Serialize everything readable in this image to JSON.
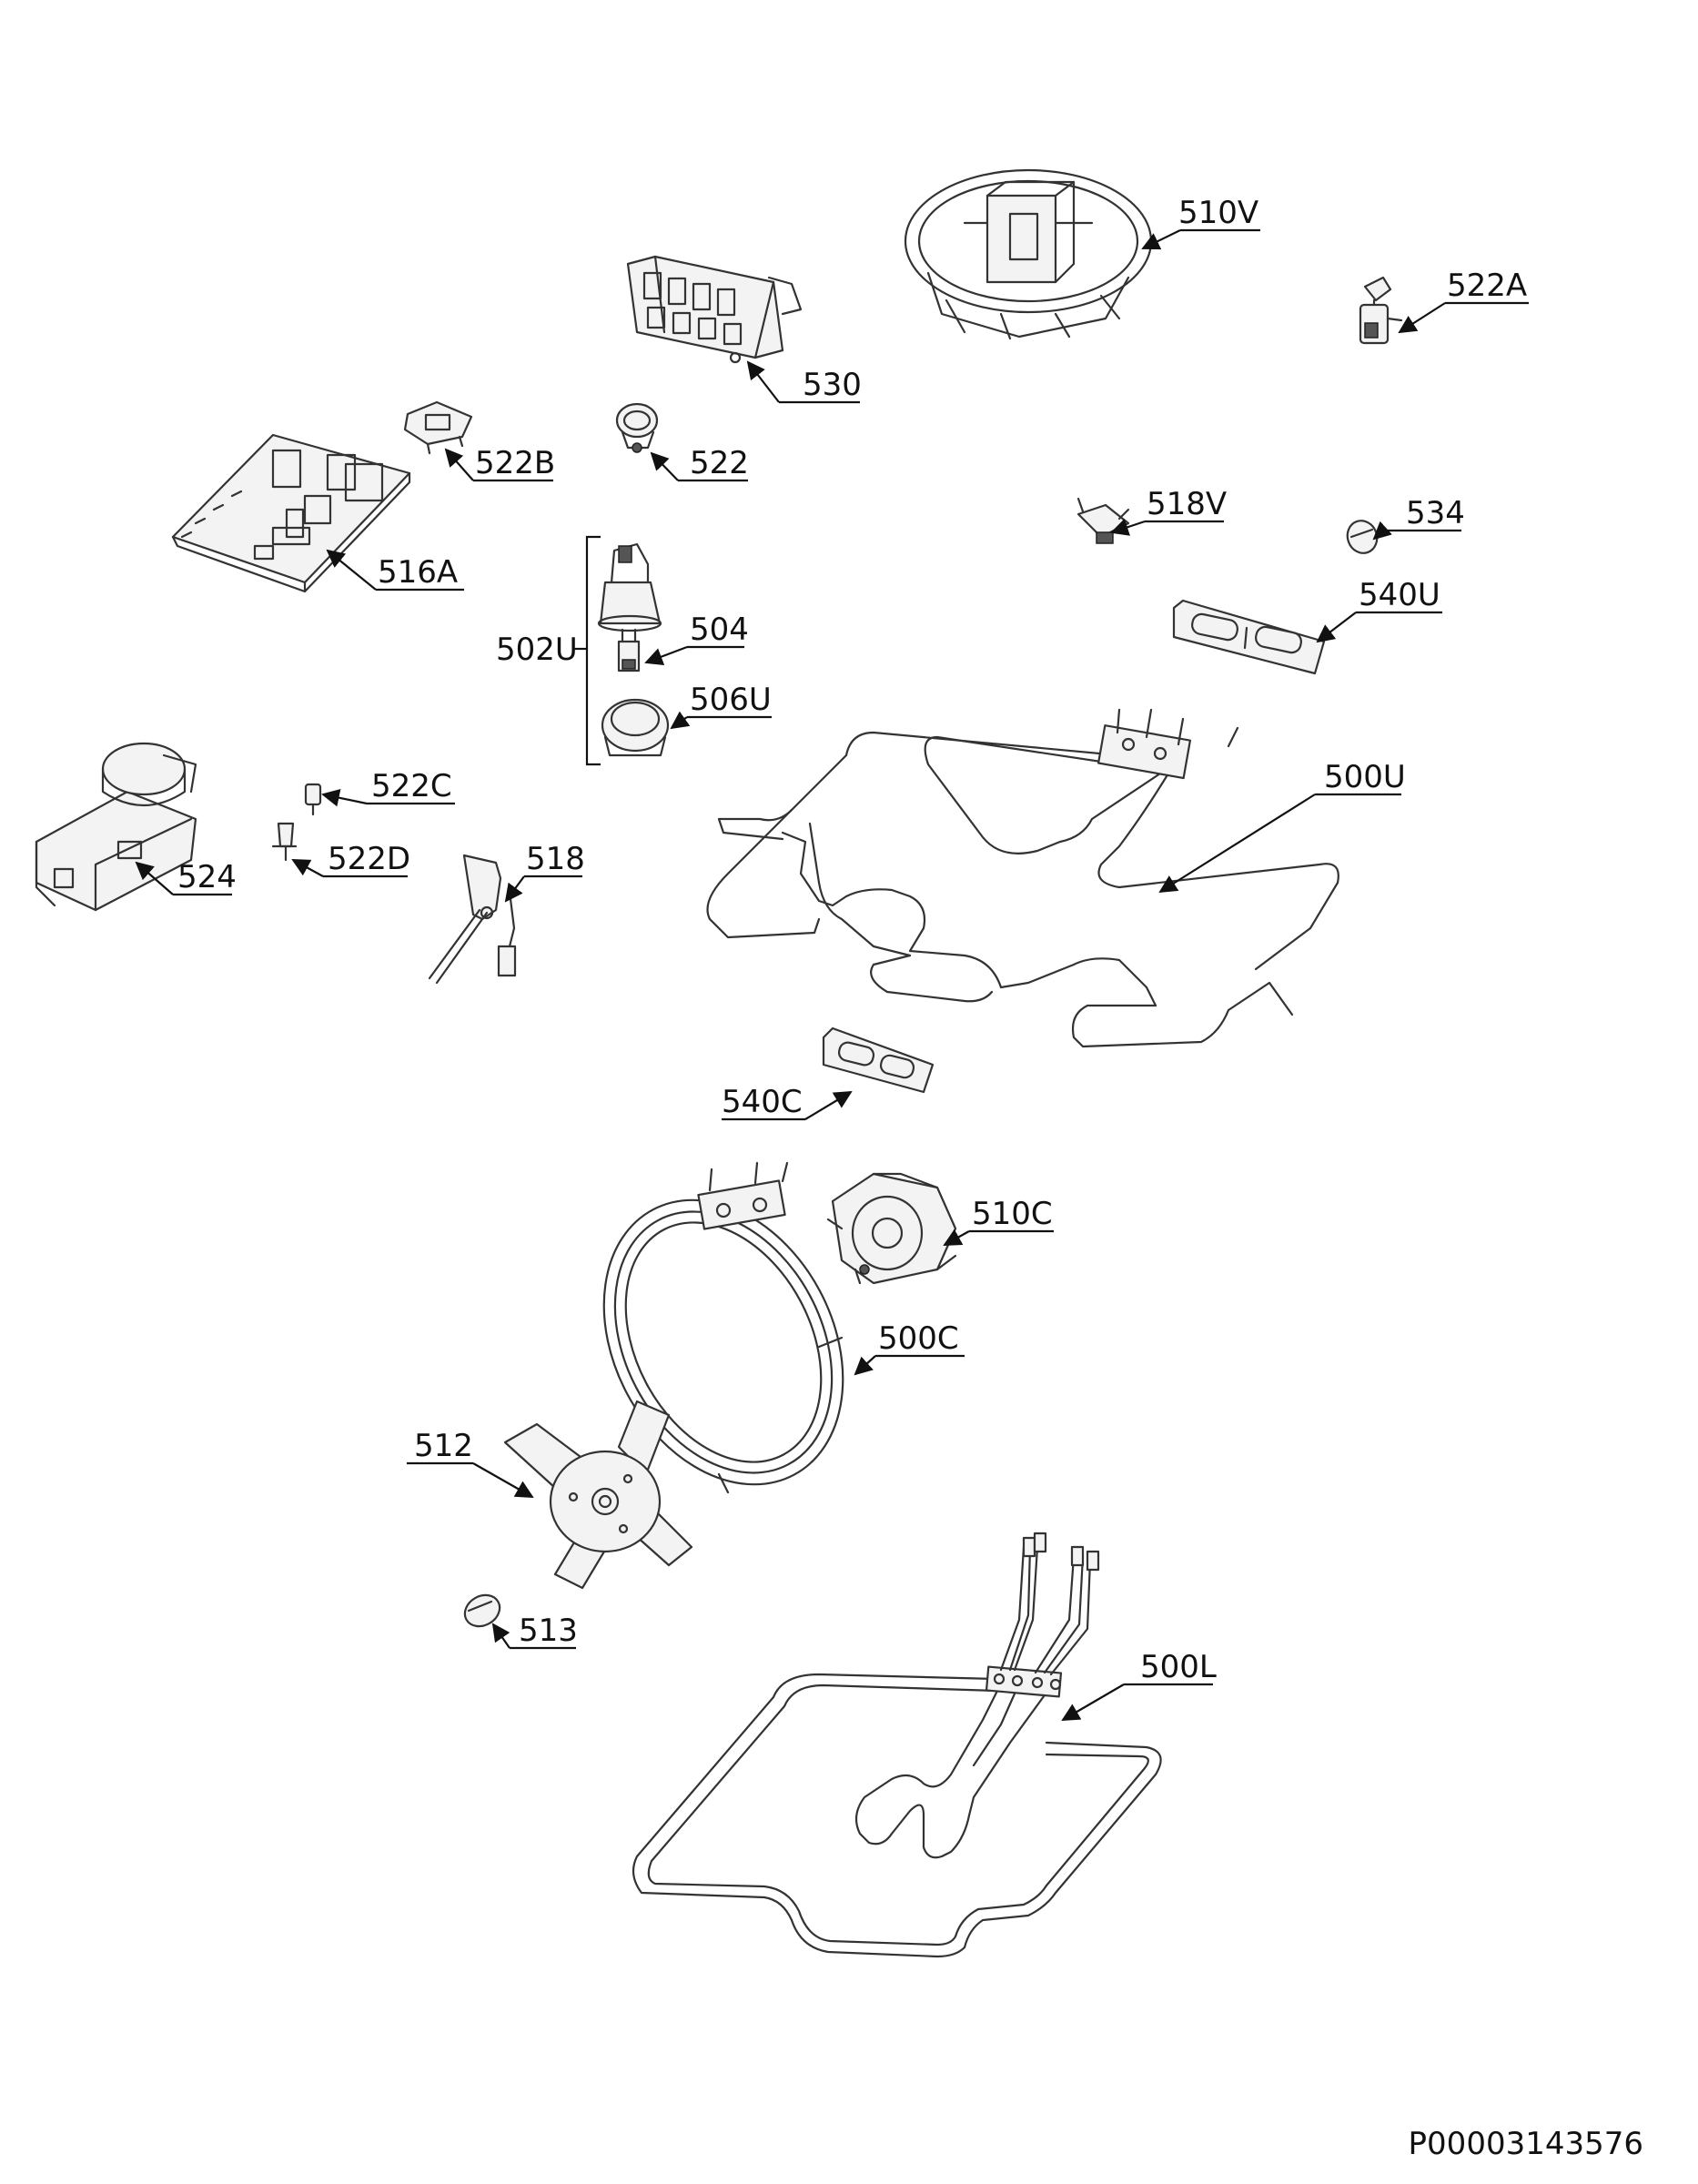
{
  "labels": {
    "l510V": "510V",
    "l522A": "522A",
    "l530": "530",
    "l522B": "522B",
    "l522": "522",
    "l516A": "516A",
    "l518V": "518V",
    "l534": "534",
    "l540U": "540U",
    "l502U": "502U",
    "l504": "504",
    "l506U": "506U",
    "l500U": "500U",
    "l522C": "522C",
    "l522D": "522D",
    "l524": "524",
    "l518": "518",
    "l540C": "540C",
    "l510C": "510C",
    "l500C": "500C",
    "l512": "512",
    "l513": "513",
    "l500L": "500L"
  },
  "document_code": "P00003143576"
}
